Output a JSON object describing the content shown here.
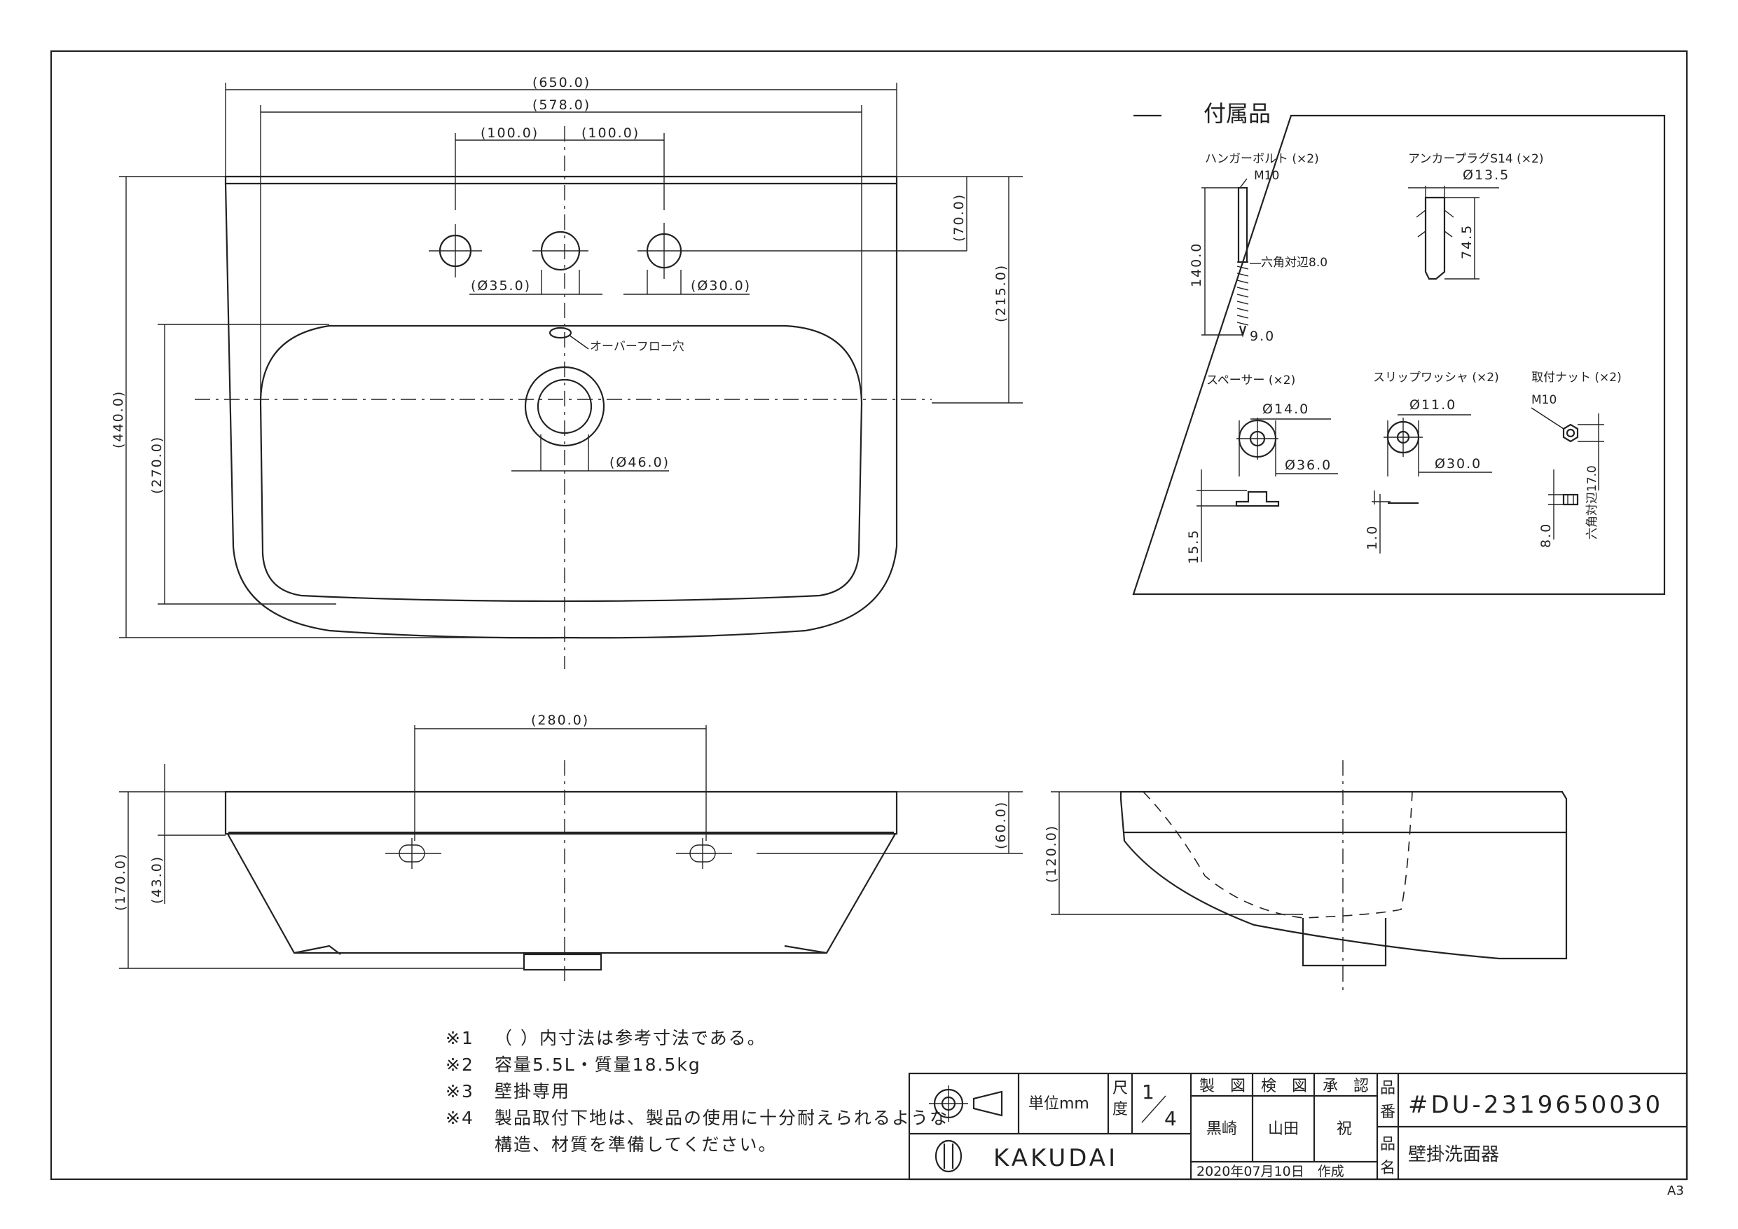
{
  "dimensions": {
    "top_width": "(650.0)",
    "inner_width": "(578.0)",
    "hole_left_spacing": "(100.0)",
    "hole_right_spacing": "(100.0)",
    "hole_dia_35": "(Ø35.0)",
    "hole_dia_30": "(Ø30.0)",
    "height_70": "(70.0)",
    "height_215": "(215.0)",
    "height_440": "(440.0)",
    "height_270": "(270.0)",
    "drain_dia": "(Ø46.0)",
    "overflow_label": "オーバーフロー穴",
    "front_280": "(280.0)",
    "front_170": "(170.0)",
    "front_43": "(43.0)",
    "front_60": "(60.0)",
    "side_120": "(120.0)"
  },
  "accessories": {
    "title": "付属品",
    "hanger_bolt": {
      "name": "ハンガーボルト (×2)",
      "thread": "M10",
      "length": "140.0",
      "hex": "六角対辺8.0",
      "tip": "9.0"
    },
    "anchor_plug": {
      "name": "アンカープラグS14 (×2)",
      "dia": "Ø13.5",
      "length": "74.5"
    },
    "spacer": {
      "name": "スペーサー (×2)",
      "inner": "Ø14.0",
      "outer": "Ø36.0",
      "thick": "15.5"
    },
    "slip_washer": {
      "name": "スリップワッシャ (×2)",
      "inner": "Ø11.0",
      "outer": "Ø30.0",
      "thick": "1.0"
    },
    "nut": {
      "name": "取付ナット (×2)",
      "thread": "M10",
      "hex": "六角対辺17.0",
      "thick": "8.0"
    }
  },
  "notes": [
    {
      "mark": "※1",
      "text": "（ ）内寸法は参考寸法である。"
    },
    {
      "mark": "※2",
      "text": "容量5.5L・質量18.5kg"
    },
    {
      "mark": "※3",
      "text": "壁掛専用"
    },
    {
      "mark": "※4",
      "text": "製品取付下地は、製品の使用に十分耐えられるような"
    },
    {
      "mark": "",
      "text": "構造、材質を準備してください。"
    }
  ],
  "title_block": {
    "unit_label": "単位mm",
    "scale_label": "尺度",
    "scale_num": "1",
    "scale_den": "4",
    "made_label": "製　図",
    "check_label": "検　図",
    "approve_label": "承　認",
    "made_by": "黒崎",
    "checked_by": "山田",
    "approved_by": "祝",
    "part_no_label": "品番",
    "part_no": "#DU-2319650030",
    "part_name_label": "品名",
    "part_name": "壁掛洗面器",
    "date": "2020年07月10日　作成",
    "brand": "KAKUDAI",
    "sheet_size": "A3"
  }
}
